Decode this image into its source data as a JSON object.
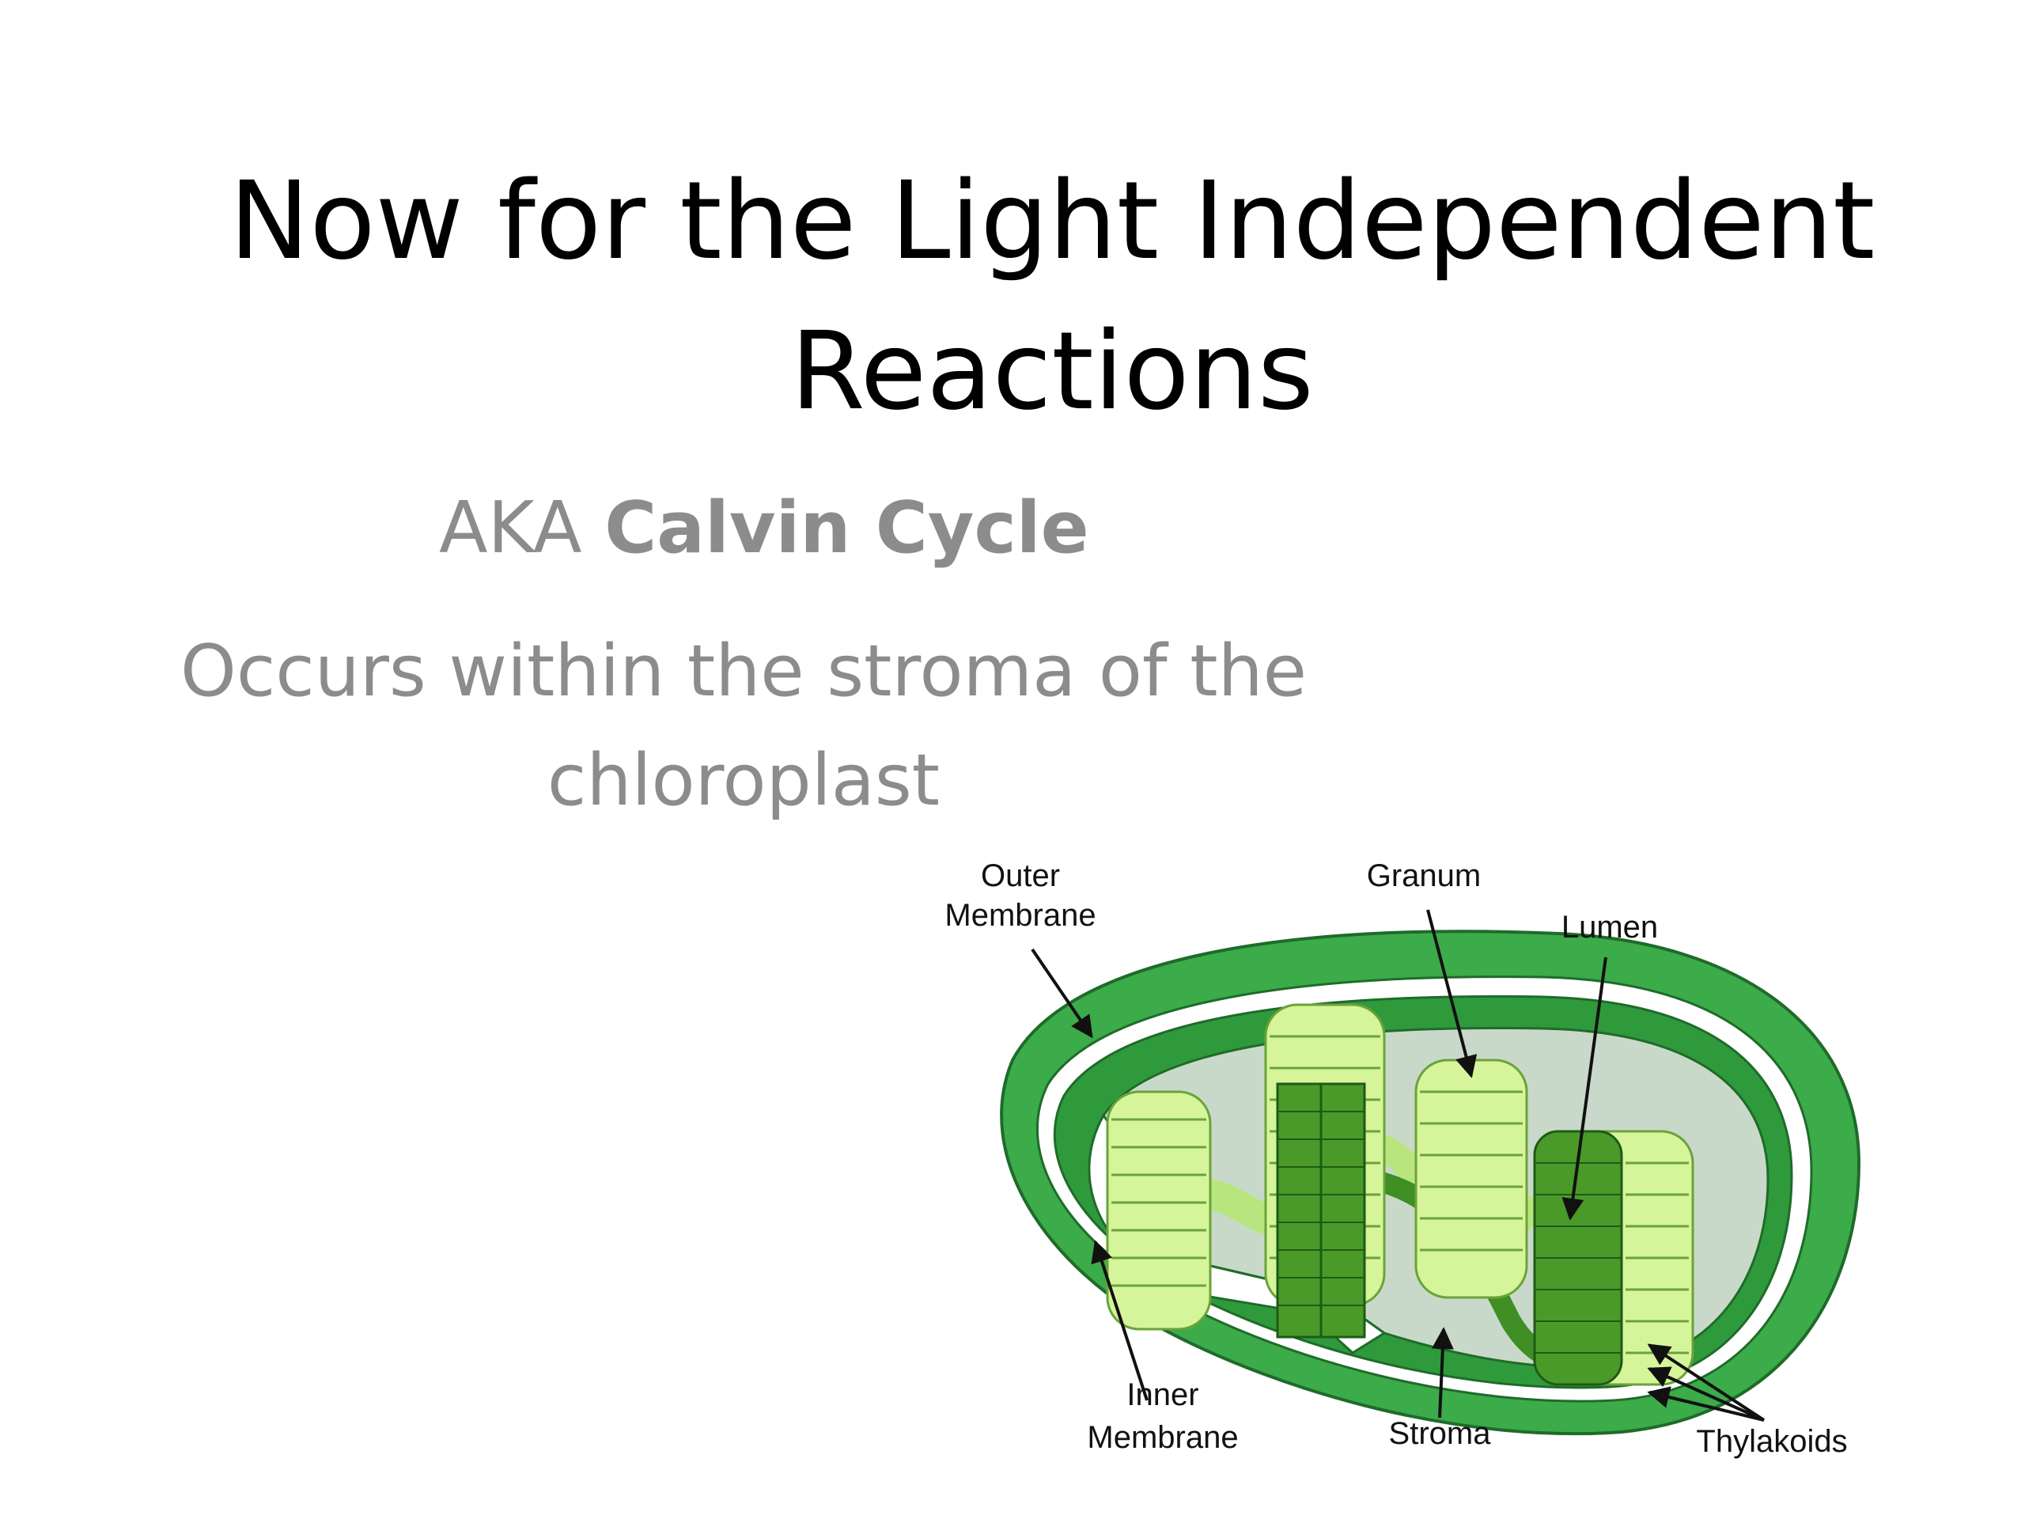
{
  "slide": {
    "title_line1": "Now for the Light Independent",
    "title_line2": "Reactions",
    "aka_prefix": "AKA",
    "aka_bold": "Calvin Cycle",
    "occurs_line1": "Occurs within the stroma of the",
    "occurs_line2": "chloroplast"
  },
  "diagram": {
    "labels": {
      "outer_membrane_1": "Outer",
      "outer_membrane_2": "Membrane",
      "granum": "Granum",
      "lumen": "Lumen",
      "inner_membrane_1": "Inner",
      "inner_membrane_2": "Membrane",
      "stroma": "Stroma",
      "thylakoids": "Thylakoids"
    },
    "colors": {
      "outer_green": "#3cab4a",
      "inner_fill": "#c9d9c9",
      "light_disc": "#d6f59a",
      "dark_disc": "#4a9a2a"
    }
  }
}
